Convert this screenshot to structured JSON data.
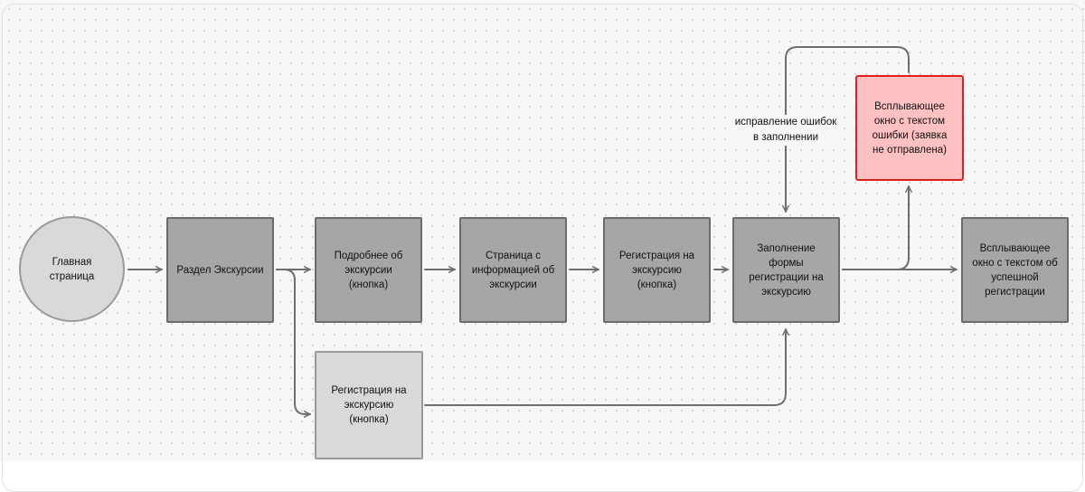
{
  "nodes": {
    "home": "Главная\nстраница",
    "tours_section": "Раздел Экскурсии",
    "details_button": "Подробнее об\nэкскурсии\n(кнопка)",
    "tour_info_page": "Страница с\nинформацией об\nэкскурсии",
    "register_button": "Регистрация на\nэкскурсию\n(кнопка)",
    "fill_form": "Заполнение\nформы\nрегистрации на\nэкскурсию",
    "error_popup": "Всплывающее\nокно с текстом\nошибки (заявка\nне отправлена)",
    "success_popup": "Всплывающее\nокно с текстом об\nуспешной\nрегистрации",
    "register_button_alt": "Регистрация на\nэкскурсию\n(кнопка)"
  },
  "edge_labels": {
    "fix_errors": "исправление ошибок\nв заполнении"
  },
  "colors": {
    "node_dark": "#a6a6a6",
    "node_light": "#d9d9d9",
    "error_fill": "#fdc1c1",
    "error_border": "#e02020",
    "edge": "#6e6e6e"
  }
}
